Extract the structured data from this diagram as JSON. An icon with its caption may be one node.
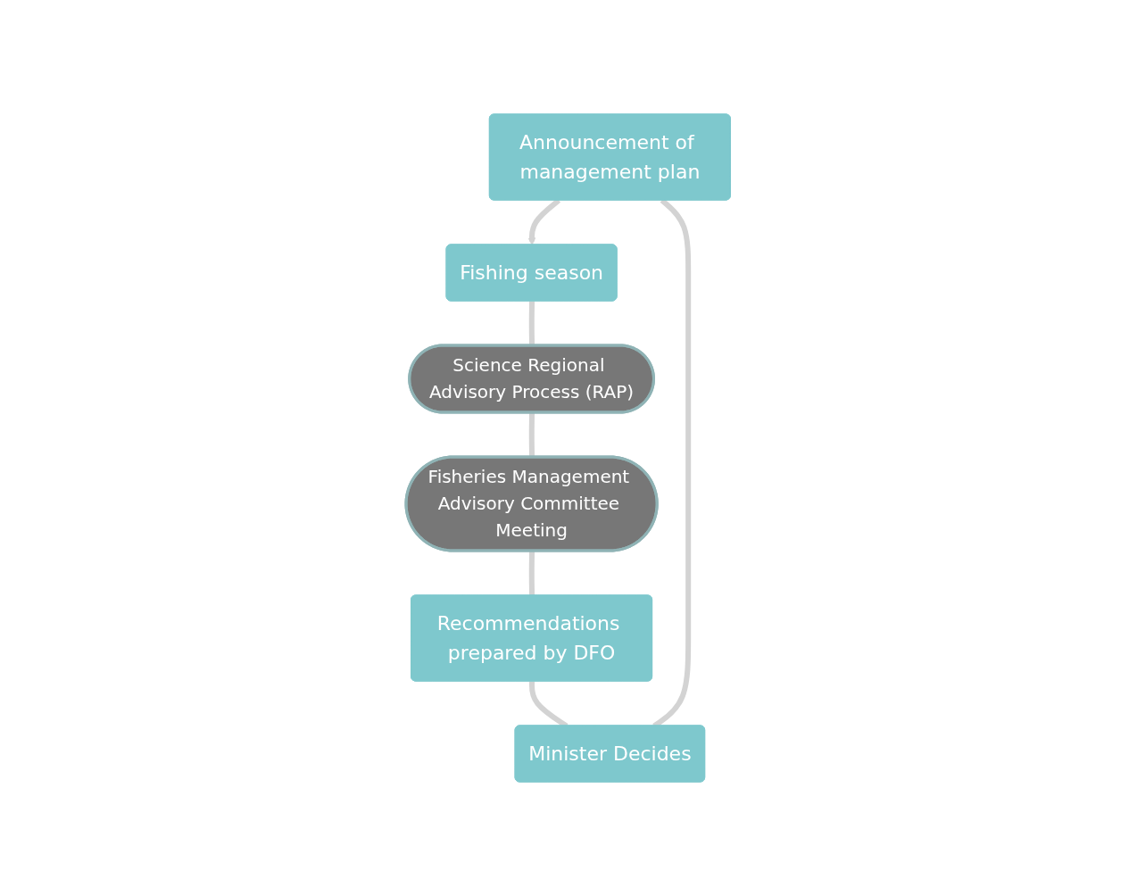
{
  "diagram": {
    "nodes": [
      {
        "text": [
          "Announcement of management plan"
        ]
      },
      {
        "text": [
          "Fishing season"
        ]
      },
      {
        "text": [
          "Minister Decides"
        ]
      },
      {
        "text": [
          "Science Regional Advisory Process (RAP)"
        ]
      },
      {
        "text": [
          "Recommendations prepared by DFO"
        ]
      },
      {
        "text": [
          "Fisheries Management Advisory Committee Meeting"
        ]
      }
    ],
    "edges": [
      {
        "from": 1,
        "to": 3,
        "arrow": "none"
      },
      {
        "from": 3,
        "to": 5,
        "arrow": "none"
      },
      {
        "from": 5,
        "to": 4,
        "arrow": "none"
      },
      {
        "from": 4,
        "to": 2,
        "arrow": "none"
      },
      {
        "from": 2,
        "to": 0,
        "arrow": "none"
      },
      {
        "from": 0,
        "to": 1,
        "arrow": "to"
      }
    ]
  }
}
